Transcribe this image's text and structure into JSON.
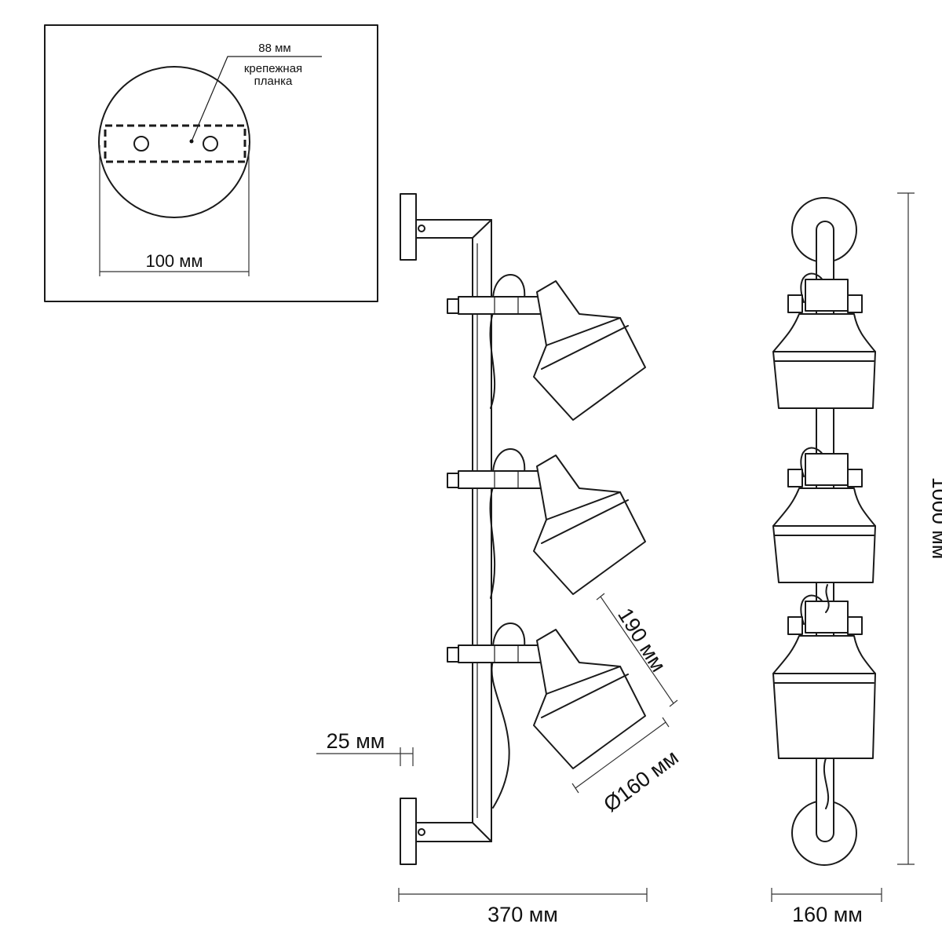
{
  "inset": {
    "dimension_top": "88 мм",
    "callout_line1": "крепежная",
    "callout_line2": "планка",
    "dimension_bottom": "100 мм"
  },
  "side_view": {
    "dimension_width": "370 мм",
    "dimension_offset": "25 мм",
    "dimension_shade_height": "190 мм",
    "dimension_shade_diameter": "Ø160 мм"
  },
  "front_view": {
    "dimension_height": "1000 мм",
    "dimension_width": "160 мм"
  },
  "colors": {
    "line": "#1a1a1a",
    "background": "#ffffff"
  }
}
